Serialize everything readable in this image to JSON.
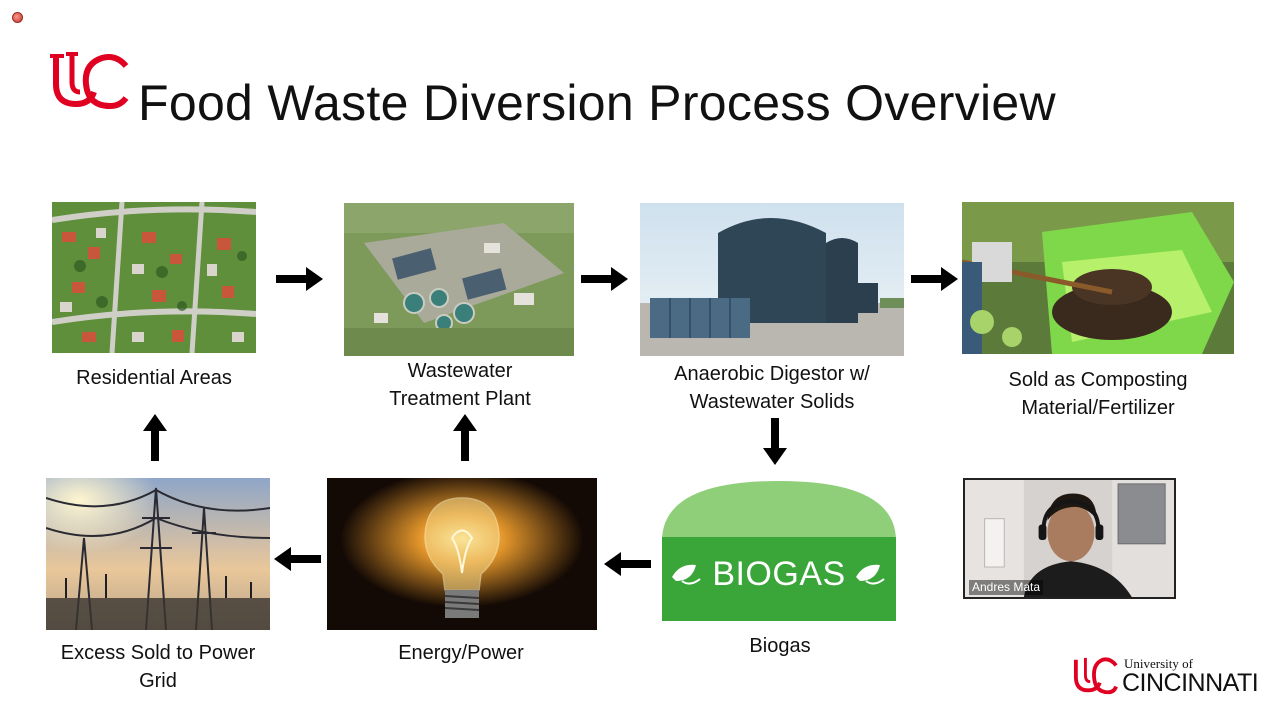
{
  "slide": {
    "title": "Food Waste Diversion Process Overview"
  },
  "stages": {
    "residential": {
      "caption": "Residential Areas"
    },
    "wastewater": {
      "caption_line1": "Wastewater",
      "caption_line2": "Treatment Plant"
    },
    "digestor": {
      "caption_line1": "Anaerobic Digestor w/",
      "caption_line2": "Wastewater Solids"
    },
    "compost": {
      "caption_line1": "Sold as Composting",
      "caption_line2": "Material/Fertilizer"
    },
    "biogas": {
      "caption": "Biogas",
      "sign_text": "BIOGAS"
    },
    "energy": {
      "caption": "Energy/Power"
    },
    "grid": {
      "caption_line1": "Excess Sold to Power",
      "caption_line2": "Grid"
    }
  },
  "video": {
    "participant_name": "Andres Mata"
  },
  "footer": {
    "logo_small": "University of",
    "logo_big": "CINCINNATI"
  },
  "colors": {
    "uc_red": "#e00122",
    "biogas_green": "#3aa63a",
    "arrow": "#000000"
  }
}
